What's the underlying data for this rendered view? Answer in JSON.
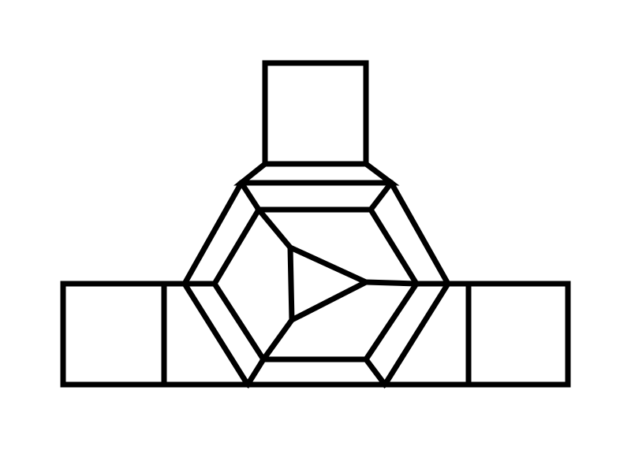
{
  "figure": {
    "background_color": "#ffffff",
    "line_color": "#000000",
    "shapes": [
      "top-square",
      "left-square",
      "right-square",
      "left-connector-block",
      "right-connector-block",
      "top-trapezoid",
      "outer-hexagon",
      "inner-hexagon",
      "hexagon-ring-bevels",
      "center-triangle",
      "triangle-to-vertex-lines"
    ]
  }
}
